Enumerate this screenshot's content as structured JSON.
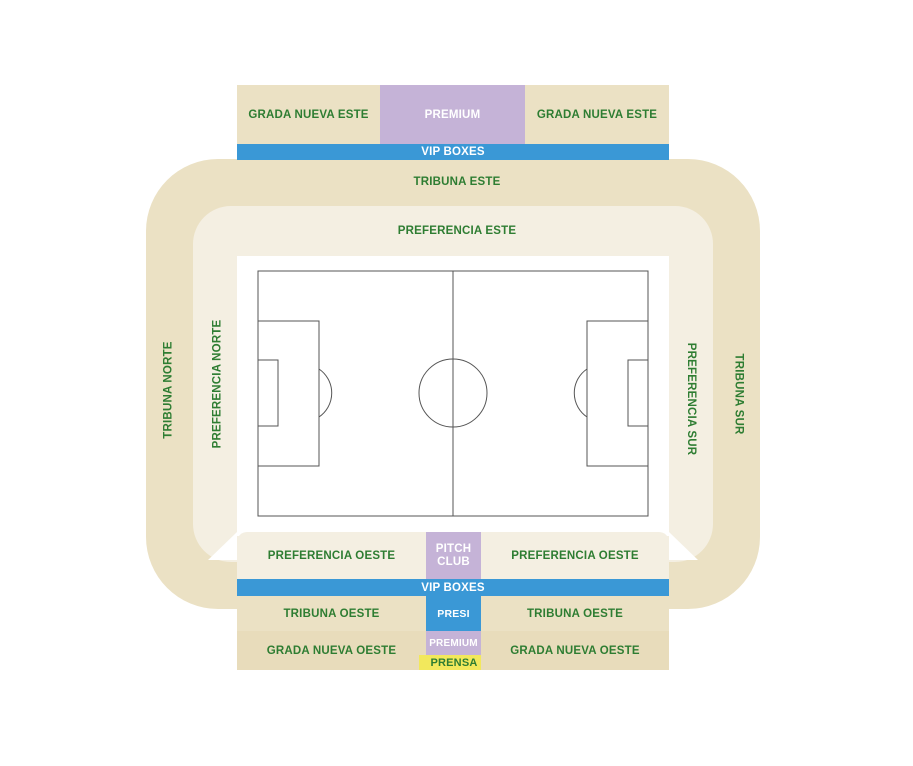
{
  "colors": {
    "tribuna": "#ebe1c4",
    "preferencia": "#f4efe2",
    "premium": "#c5b3d7",
    "vip": "#3a98d6",
    "presi": "#3a98d6",
    "prensa": "#f2e85c",
    "green_text": "#2e7d32",
    "white_text": "#ffffff",
    "pitch_line": "#555555"
  },
  "sections": {
    "grada_nueva_este_left": "GRADA NUEVA ESTE",
    "premium_top": "PREMIUM",
    "grada_nueva_este_right": "GRADA NUEVA ESTE",
    "vip_boxes_top": "VIP BOXES",
    "tribuna_este": "TRIBUNA ESTE",
    "preferencia_este": "PREFERENCIA ESTE",
    "tribuna_norte": "TRIBUNA NORTE",
    "preferencia_norte": "PREFERENCIA NORTE",
    "preferencia_sur": "PREFERENCIA SUR",
    "tribuna_sur": "TRIBUNA SUR",
    "preferencia_oeste_left": "PREFERENCIA OESTE",
    "pitch_club": "PITCH CLUB",
    "preferencia_oeste_right": "PREFERENCIA OESTE",
    "vip_boxes_bottom": "VIP BOXES",
    "tribuna_oeste_left": "TRIBUNA OESTE",
    "presi": "PRESI",
    "tribuna_oeste_right": "TRIBUNA OESTE",
    "grada_nueva_oeste_left": "GRADA NUEVA OESTE",
    "premium_bottom": "PREMIUM",
    "grada_nueva_oeste_right": "GRADA NUEVA OESTE",
    "prensa": "PRENSA"
  }
}
